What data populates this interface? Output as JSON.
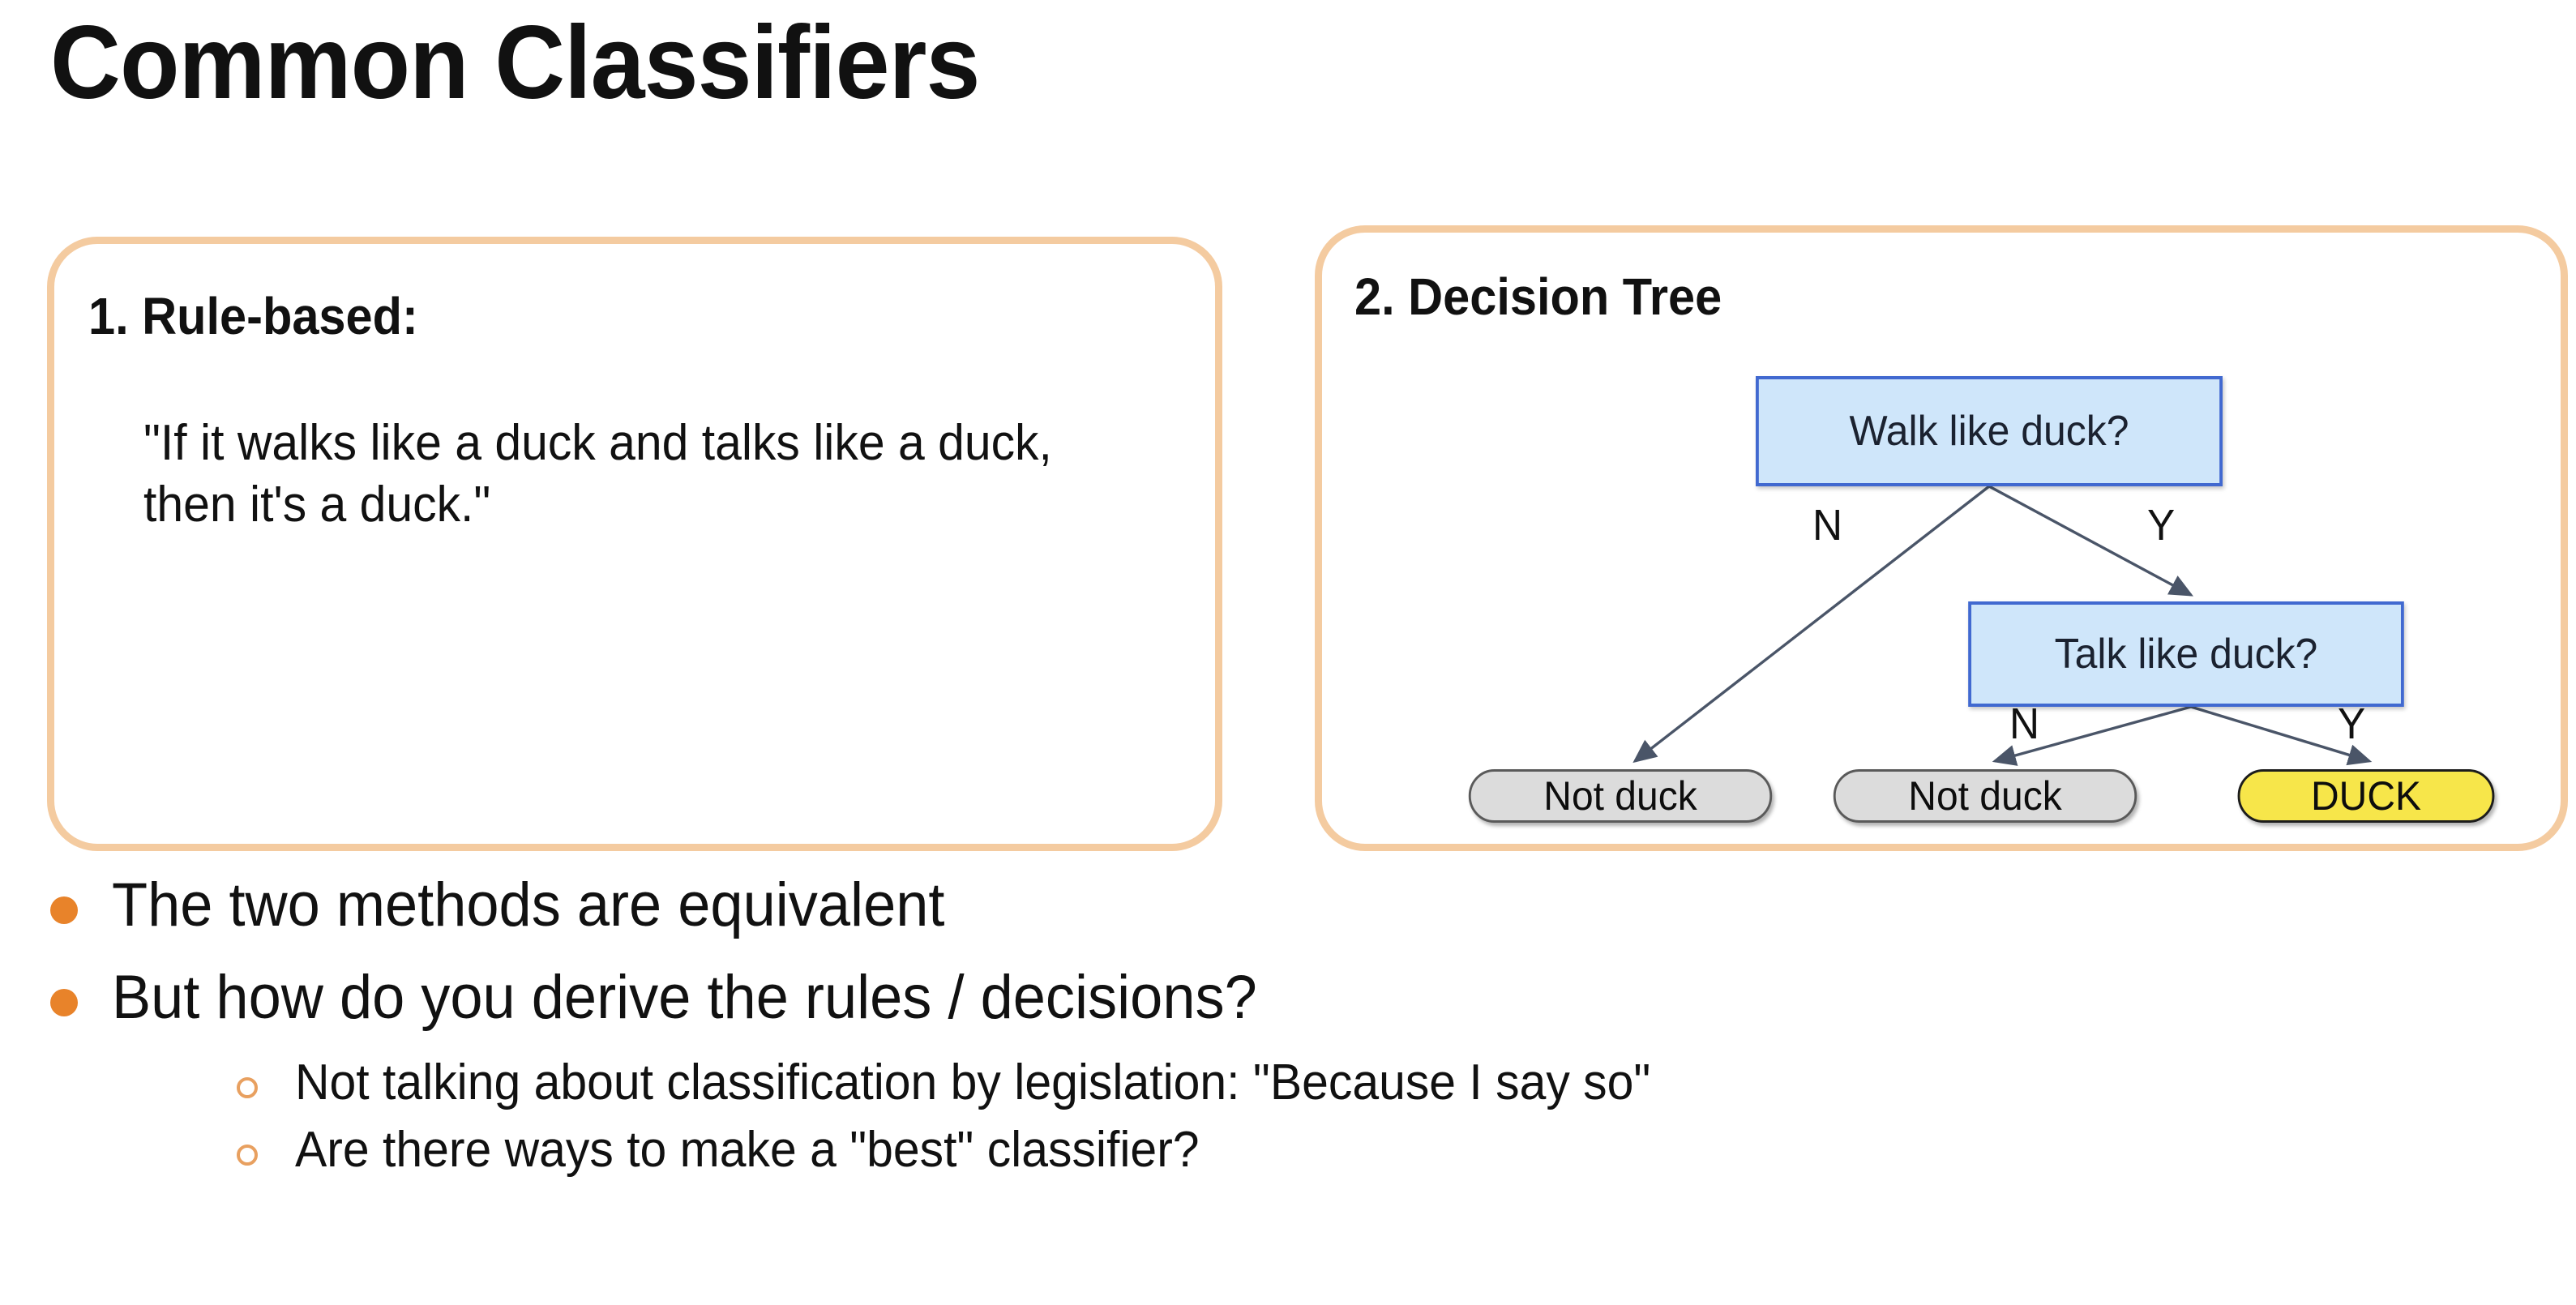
{
  "slide": {
    "title": "Common Classifiers",
    "background_color": "#ffffff",
    "panel_border_color": "#F4CBA0",
    "bullet_color": "#E8832A"
  },
  "panels": [
    {
      "heading": "1. Rule-based:",
      "quote": "\"If it walks like a duck and talks like a duck, then it's a duck.\""
    },
    {
      "heading": "2. Decision Tree"
    }
  ],
  "decision_tree": {
    "node_fill": "#CFE6FA",
    "node_border": "#4169D0",
    "leaf_neutral_fill": "#DCDCDC",
    "leaf_positive_fill": "#F7E64A",
    "nodes": [
      {
        "id": "walk",
        "label": "Walk like duck?",
        "type": "decision"
      },
      {
        "id": "talk",
        "label": "Talk like duck?",
        "type": "decision"
      },
      {
        "id": "leaf1",
        "label": "Not duck",
        "type": "leaf-neutral"
      },
      {
        "id": "leaf2",
        "label": "Not duck",
        "type": "leaf-neutral"
      },
      {
        "id": "leaf3",
        "label": "DUCK",
        "type": "leaf-positive"
      }
    ],
    "edges": [
      {
        "from": "walk",
        "to": "leaf1",
        "label": "N"
      },
      {
        "from": "walk",
        "to": "talk",
        "label": "Y"
      },
      {
        "from": "talk",
        "to": "leaf2",
        "label": "N"
      },
      {
        "from": "talk",
        "to": "leaf3",
        "label": "Y"
      }
    ]
  },
  "bullets": [
    {
      "level": 1,
      "text": "The two methods are equivalent"
    },
    {
      "level": 1,
      "text": "But how do you derive the rules / decisions?"
    },
    {
      "level": 2,
      "text": "Not talking about classification by legislation: \"Because I say so\""
    },
    {
      "level": 2,
      "text": "Are there ways to make a \"best\" classifier?"
    }
  ]
}
